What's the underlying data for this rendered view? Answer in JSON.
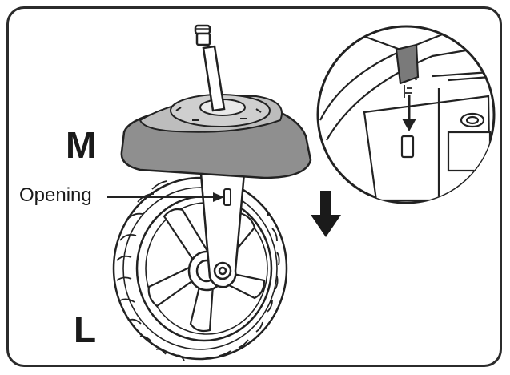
{
  "labels": {
    "part_m": "M",
    "part_l": "L",
    "opening": "Opening"
  },
  "icons": {
    "down_arrow": "down-arrow-icon"
  }
}
